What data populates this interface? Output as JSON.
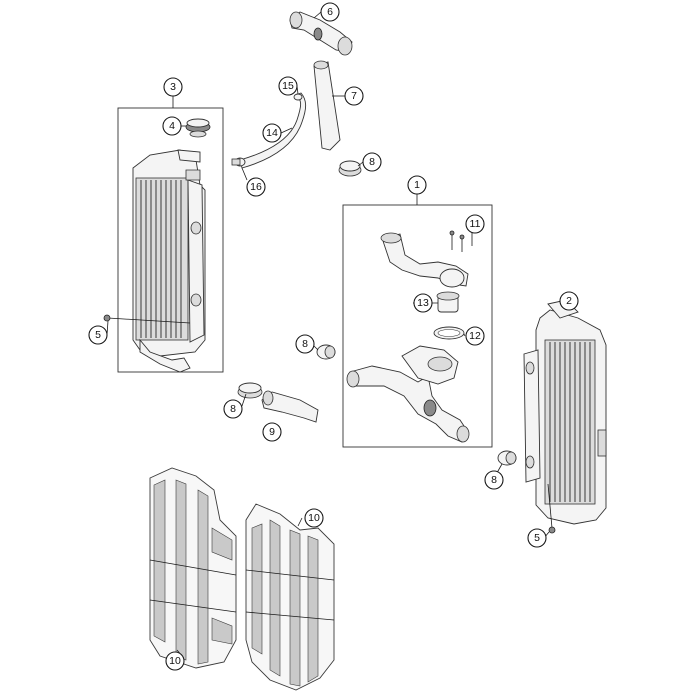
{
  "callouts": [
    {
      "id": "c1",
      "label": "1"
    },
    {
      "id": "c2",
      "label": "2"
    },
    {
      "id": "c3",
      "label": "3"
    },
    {
      "id": "c4",
      "label": "4"
    },
    {
      "id": "c5a",
      "label": "5"
    },
    {
      "id": "c5b",
      "label": "5"
    },
    {
      "id": "c6",
      "label": "6"
    },
    {
      "id": "c7",
      "label": "7"
    },
    {
      "id": "c8a",
      "label": "8"
    },
    {
      "id": "c8b",
      "label": "8"
    },
    {
      "id": "c8c",
      "label": "8"
    },
    {
      "id": "c8d",
      "label": "8"
    },
    {
      "id": "c9",
      "label": "9"
    },
    {
      "id": "c10a",
      "label": "10"
    },
    {
      "id": "c10b",
      "label": "10"
    },
    {
      "id": "c11",
      "label": "11"
    },
    {
      "id": "c12",
      "label": "12"
    },
    {
      "id": "c13",
      "label": "13"
    },
    {
      "id": "c14",
      "label": "14"
    },
    {
      "id": "c15",
      "label": "15"
    },
    {
      "id": "c16",
      "label": "16"
    }
  ]
}
